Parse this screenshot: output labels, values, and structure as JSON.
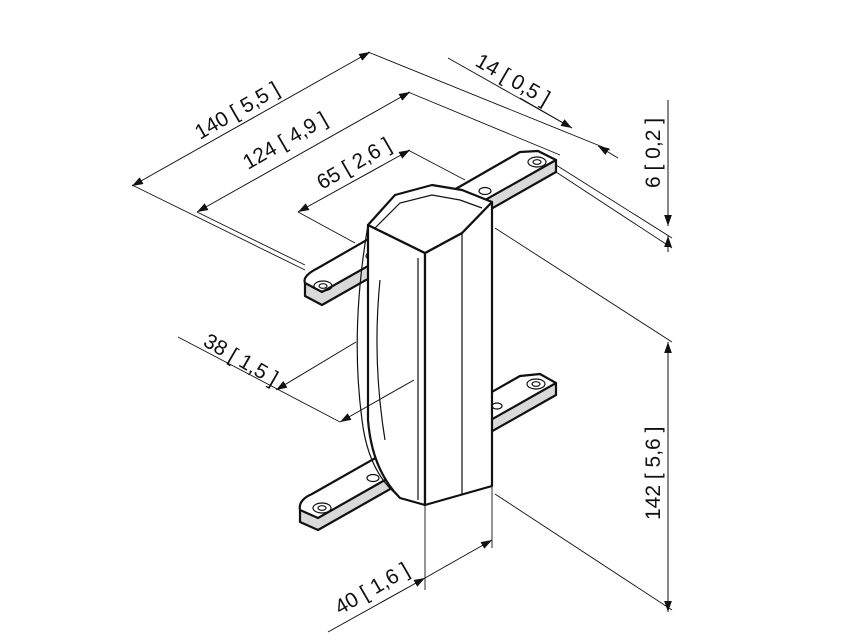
{
  "dimensions": {
    "d140": "140 [ 5,5 ]",
    "d124": "124 [ 4,9 ]",
    "d65": "65 [ 2,6 ]",
    "d14": "14 [ 0,5 ]",
    "d6": "6 [ 0,2 ]",
    "d38": "38 [ 1,5 ]",
    "d142": "142 [ 5,6 ]",
    "d40": "40 [ 1,6 ]"
  }
}
